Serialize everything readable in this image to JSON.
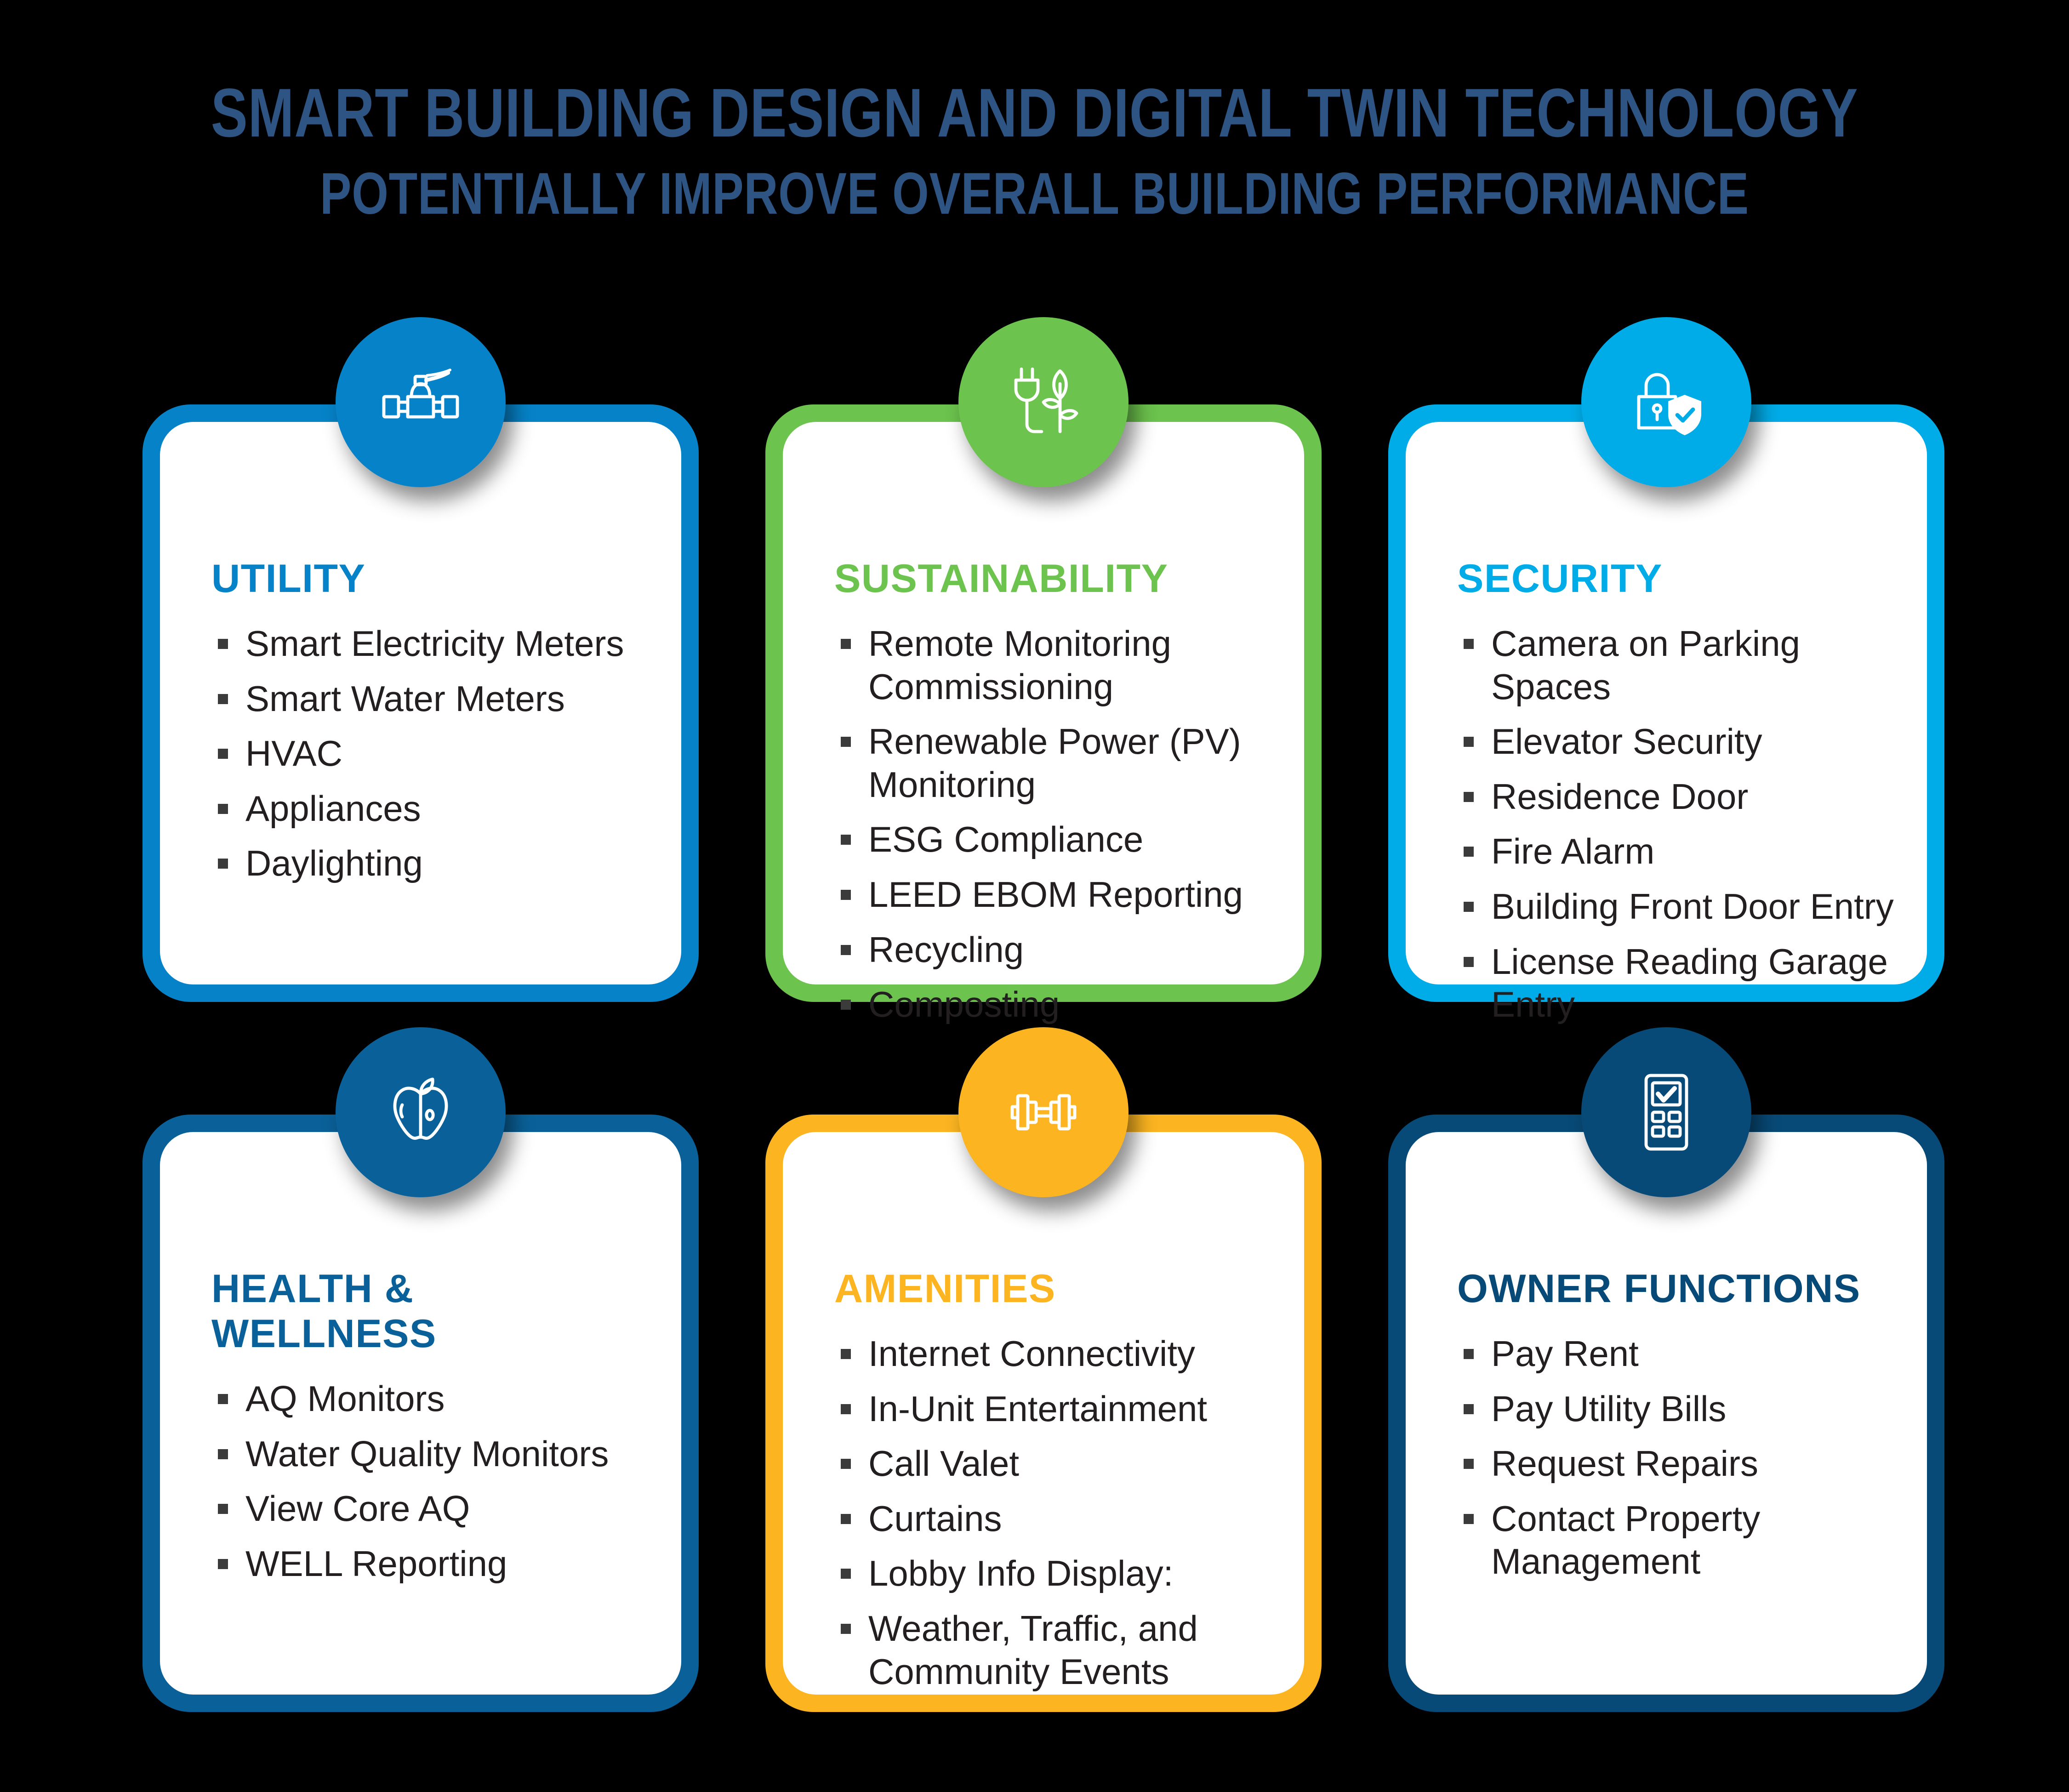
{
  "header": {
    "title": "Smart Building Design and Digital Twin Technology",
    "subtitle": "Potentially Improve Overall Building Performance",
    "title_color": "#2d5482"
  },
  "background_color": "#000000",
  "body_text_color": "#231f20",
  "cards": [
    {
      "heading": "Utility",
      "color": "#0683c8",
      "icon": "water-meter-icon",
      "items": [
        "Smart Electricity Meters",
        "Smart Water Meters",
        "HVAC",
        "Appliances",
        "Daylighting"
      ]
    },
    {
      "heading": "Sustainability",
      "color": "#6cc34d",
      "icon": "plug-leaf-icon",
      "items": [
        "Remote Monitoring Commissioning",
        "Renewable Power (PV) Monitoring",
        "ESG Compliance",
        "LEED EBOM Reporting",
        "Recycling",
        "Composting"
      ]
    },
    {
      "heading": "Security",
      "color": "#00ace8",
      "icon": "lock-shield-icon",
      "items": [
        "Camera on Parking Spaces",
        "Elevator Security",
        "Residence Door",
        "Fire Alarm",
        "Building Front Door Entry",
        "License Reading Garage Entry"
      ]
    },
    {
      "heading": "Health & Wellness",
      "color": "#0a6199",
      "icon": "apple-icon",
      "items": [
        "AQ Monitors",
        "Water Quality Monitors",
        "View Core AQ",
        "WELL Reporting"
      ]
    },
    {
      "heading": "Amenities",
      "color": "#fcb521",
      "icon": "dumbbell-icon",
      "items": [
        "Internet Connectivity",
        "In-Unit Entertainment",
        "Call Valet",
        "Curtains",
        "Lobby Info Display:",
        "Weather, Traffic, and Community Events"
      ]
    },
    {
      "heading": "Owner Functions",
      "color": "#084a77",
      "icon": "keypad-check-icon",
      "items": [
        "Pay Rent",
        "Pay Utility Bills",
        "Request Repairs",
        "Contact Property Management"
      ]
    }
  ]
}
